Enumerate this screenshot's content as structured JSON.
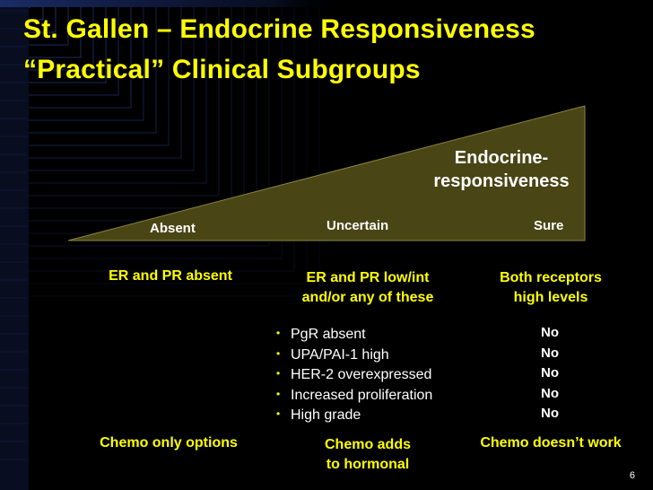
{
  "slide": {
    "title_line1": "St. Gallen – Endocrine Responsiveness",
    "title_line2": "“Practical” Clinical Subgroups",
    "page_number": "6"
  },
  "wedge": {
    "label_line1": "Endocrine-",
    "label_line2": "responsiveness",
    "levels": [
      "Absent",
      "Uncertain",
      "Sure"
    ],
    "fill_color": "#4a4515"
  },
  "columns": {
    "left": {
      "header": "ER and PR absent",
      "footer": "Chemo only options"
    },
    "middle": {
      "header_line1": "ER and PR low/int",
      "header_line2": "and/or any of these",
      "footer_line1": "Chemo adds",
      "footer_line2": "to hormonal"
    },
    "right": {
      "header_line1": "Both receptors",
      "header_line2": "high levels",
      "footer": "Chemo doesn’t work"
    }
  },
  "criteria": [
    {
      "label": "PgR absent",
      "answer": "No"
    },
    {
      "label": "UPA/PAI-1 high",
      "answer": "No"
    },
    {
      "label": "HER-2 overexpressed",
      "answer": "No"
    },
    {
      "label": "Increased proliferation",
      "answer": "No"
    },
    {
      "label": "High grade",
      "answer": "No"
    }
  ],
  "colors": {
    "accent": "#ffff00",
    "text": "#ffffff",
    "background": "#000000"
  }
}
